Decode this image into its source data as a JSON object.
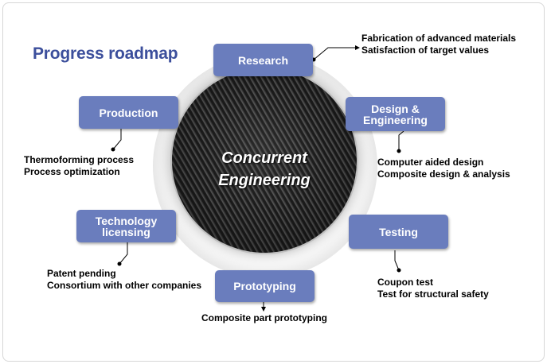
{
  "title": "Progress roadmap",
  "center": {
    "line1": "Concurrent",
    "line2": "Engineering"
  },
  "nodes": {
    "research": {
      "label": "Research",
      "notes": [
        "Fabrication of advanced materials",
        "Satisfaction of target values"
      ]
    },
    "design": {
      "label_line1": "Design &",
      "label_line2": "Engineering",
      "notes": [
        "Computer aided design",
        "Composite design & analysis"
      ]
    },
    "testing": {
      "label": "Testing",
      "notes": [
        "Coupon test",
        "Test for structural safety"
      ]
    },
    "prototyping": {
      "label": "Prototyping",
      "notes": [
        "Composite part prototyping"
      ]
    },
    "licensing": {
      "label_line1": "Technology",
      "label_line2": "licensing",
      "notes": [
        "Patent pending",
        "Consortium with other companies"
      ]
    },
    "production": {
      "label": "Production",
      "notes": [
        "Thermoforming process",
        "Process optimization"
      ]
    }
  },
  "colors": {
    "box": "#6a7dbd",
    "title": "#3c4f9c"
  }
}
